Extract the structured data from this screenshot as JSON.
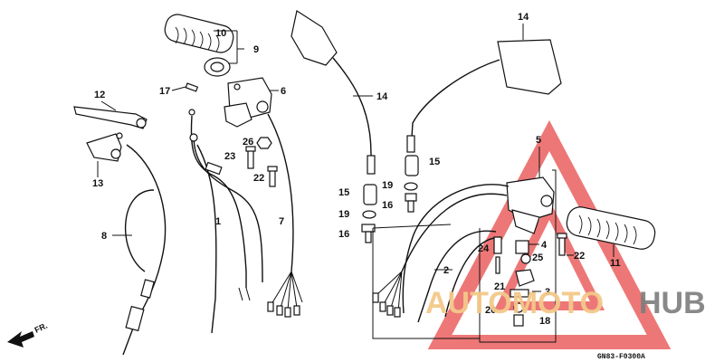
{
  "diagram": {
    "callouts": {
      "c1": "1",
      "c2": "2",
      "c3": "3",
      "c4": "4",
      "c5": "5",
      "c6": "6",
      "c7": "7",
      "c8": "8",
      "c9": "9",
      "c10": "10",
      "c11": "11",
      "c12": "12",
      "c13": "13",
      "c14a": "14",
      "c14b": "14",
      "c15a": "15",
      "c15b": "15",
      "c16a": "16",
      "c16b": "16",
      "c17": "17",
      "c18": "18",
      "c19a": "19",
      "c19b": "19",
      "c20": "20",
      "c21": "21",
      "c22a": "22",
      "c22b": "22",
      "c23": "23",
      "c24": "24",
      "c25": "25",
      "c26": "26"
    },
    "direction_label": "FR.",
    "diagram_code": "GN83-F0300A"
  },
  "watermark": {
    "part1": "AUTOMOTO",
    "part2": "HUB",
    "color_triangle": "#e84a4a",
    "color_text1": "#f4c98a",
    "color_text2": "#7d7d7d"
  }
}
